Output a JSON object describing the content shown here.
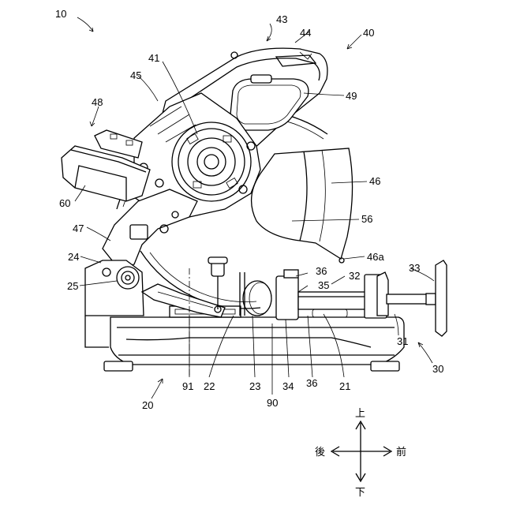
{
  "labels": {
    "l10": "10",
    "l43": "43",
    "l44": "44",
    "l40": "40",
    "l41": "41",
    "l45": "45",
    "l49": "49",
    "l48": "48",
    "l46": "46",
    "l60": "60",
    "l56": "56",
    "l47": "47",
    "l24": "24",
    "l46a": "46a",
    "l33": "33",
    "l36a": "36",
    "l32": "32",
    "l25": "25",
    "l35": "35",
    "l31": "31",
    "l30": "30",
    "l91": "91",
    "l22": "22",
    "l23": "23",
    "l34": "34",
    "l36b": "36",
    "l21": "21",
    "l90": "90",
    "l20": "20"
  },
  "directions": {
    "up": "上",
    "down": "下",
    "back": "後",
    "front": "前"
  }
}
